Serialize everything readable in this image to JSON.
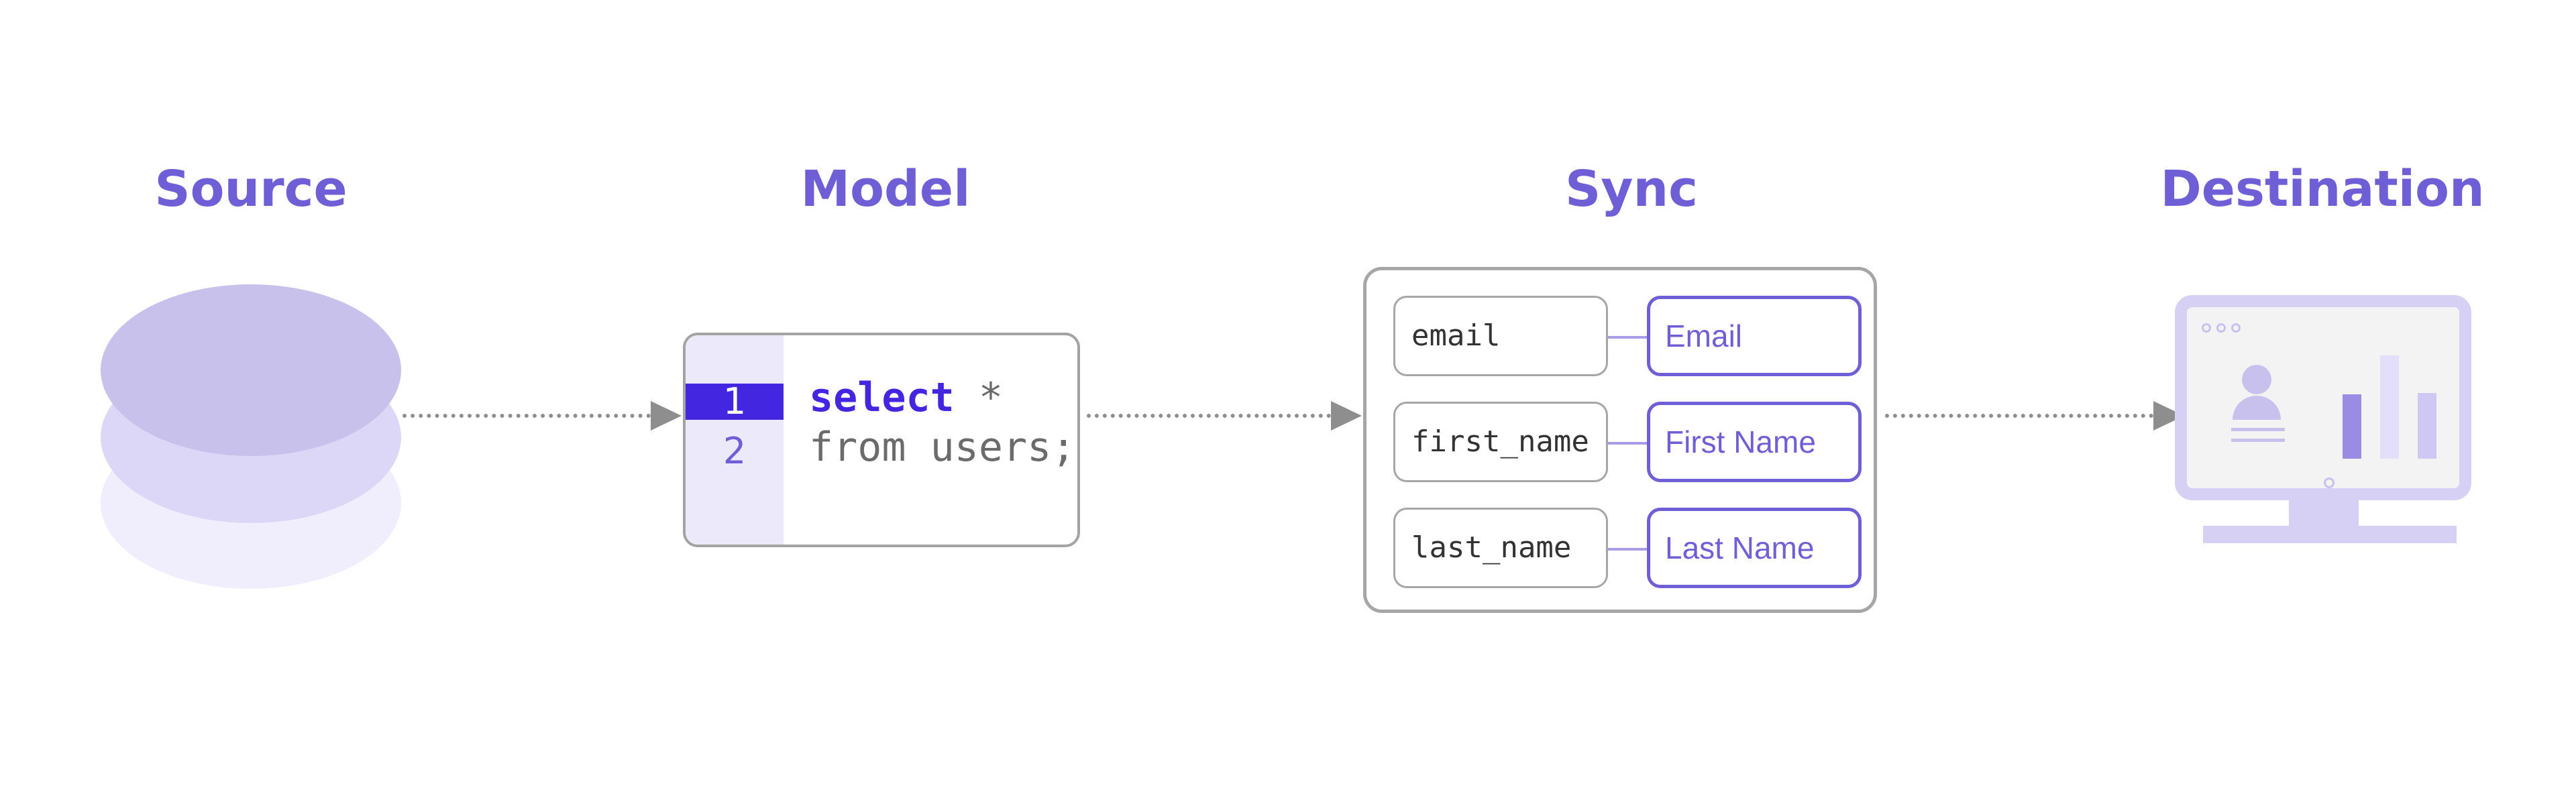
{
  "stages": {
    "source": "Source",
    "model": "Model",
    "sync": "Sync",
    "destination": "Destination"
  },
  "model": {
    "line_numbers": [
      "1",
      "2"
    ],
    "lines": [
      {
        "keyword": "select",
        "rest": " *"
      },
      {
        "keyword": "",
        "rest": "from users;"
      }
    ]
  },
  "sync": {
    "mappings": [
      {
        "source": "email",
        "destination": "Email"
      },
      {
        "source": "first_name",
        "destination": "First Name"
      },
      {
        "source": "last_name",
        "destination": "Last Name"
      }
    ]
  },
  "icons": {
    "source": "database-icon",
    "destination": "monitor-dashboard-icon"
  },
  "colors": {
    "accent": "#6f5fd6",
    "accent_dark": "#4326e0",
    "light_purple": "#ece9fb",
    "connector": "#8e8e8e",
    "disk_top": "#c8c1ec",
    "disk_mid": "#dcd7f6",
    "disk_bottom": "#f0eefc",
    "code_text": "#6b6b6b"
  }
}
